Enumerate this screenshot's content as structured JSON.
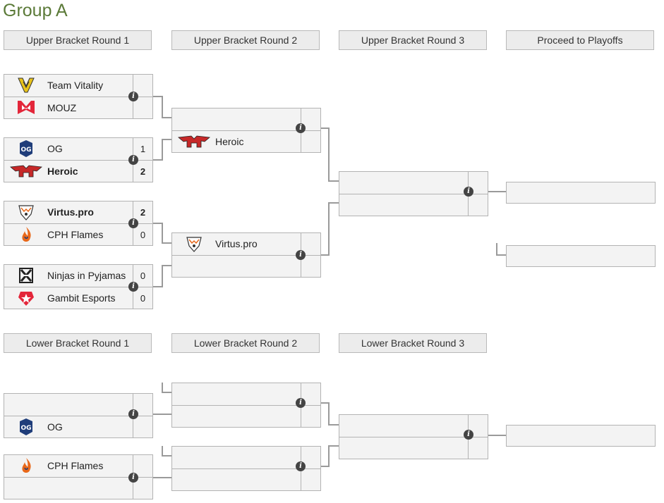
{
  "title": "Group A",
  "headers": {
    "ub1": "Upper Bracket Round 1",
    "ub2": "Upper Bracket Round 2",
    "ub3": "Upper Bracket Round 3",
    "playoffs": "Proceed to Playoffs",
    "lb1": "Lower Bracket Round 1",
    "lb2": "Lower Bracket Round 2",
    "lb3": "Lower Bracket Round 3"
  },
  "ub1": [
    {
      "t1": {
        "name": "Team Vitality",
        "score": "",
        "logo": "vitality-logo"
      },
      "t2": {
        "name": "MOUZ",
        "score": "",
        "logo": "mouz-logo"
      }
    },
    {
      "t1": {
        "name": "OG",
        "score": "1",
        "logo": "og-logo"
      },
      "t2": {
        "name": "Heroic",
        "score": "2",
        "logo": "heroic-logo"
      }
    },
    {
      "t1": {
        "name": "Virtus.pro",
        "score": "2",
        "logo": "virtuspro-logo"
      },
      "t2": {
        "name": "CPH Flames",
        "score": "0",
        "logo": "cphflames-logo"
      }
    },
    {
      "t1": {
        "name": "Ninjas in Pyjamas",
        "score": "0",
        "logo": "nip-logo"
      },
      "t2": {
        "name": "Gambit Esports",
        "score": "0",
        "logo": "gambit-logo"
      }
    }
  ],
  "ub2": [
    {
      "t1": {
        "name": "",
        "score": ""
      },
      "t2": {
        "name": "Heroic",
        "score": "",
        "logo": "heroic-logo"
      }
    },
    {
      "t1": {
        "name": "Virtus.pro",
        "score": "",
        "logo": "virtuspro-logo"
      },
      "t2": {
        "name": "",
        "score": ""
      }
    }
  ],
  "lb1": [
    {
      "t1": {
        "name": "",
        "score": ""
      },
      "t2": {
        "name": "OG",
        "score": "",
        "logo": "og-logo"
      }
    },
    {
      "t1": {
        "name": "CPH Flames",
        "score": "",
        "logo": "cphflames-logo"
      },
      "t2": {
        "name": "",
        "score": ""
      }
    }
  ],
  "colors": {
    "title": "#5b7a38",
    "winner_heroic": "#c62828",
    "vitality": "#e8c21a",
    "mouz": "#e3263a",
    "og": "#1f3d7a",
    "flames": "#e8681a",
    "gambit": "#e3263a"
  }
}
